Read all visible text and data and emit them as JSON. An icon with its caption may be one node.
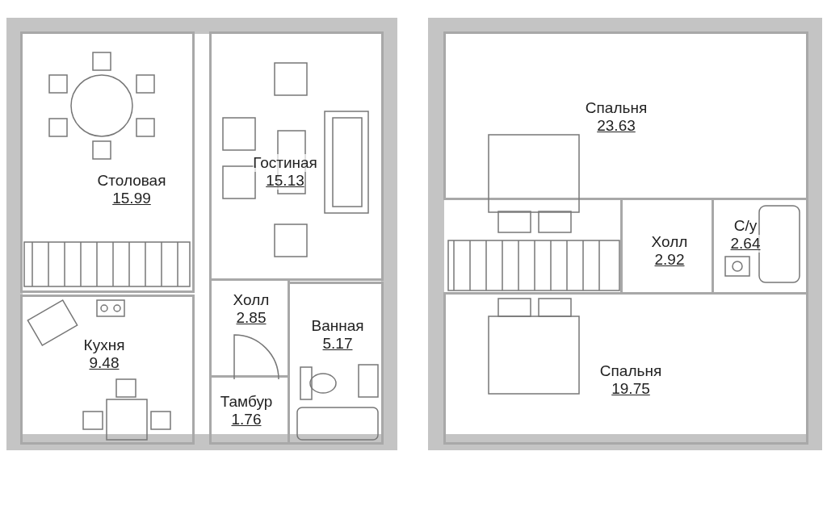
{
  "diagram": {
    "nodes": [
      {
        "text": [
          "Столовая",
          "15.99"
        ]
      },
      {
        "text": [
          "Гостиная",
          "15.13"
        ]
      },
      {
        "text": [
          "Кухня",
          "9.48"
        ]
      },
      {
        "text": [
          "Холл",
          "2.85"
        ]
      },
      {
        "text": [
          "Ванная",
          "5.17"
        ]
      },
      {
        "text": [
          "Тамбур",
          "1.76"
        ]
      },
      {
        "text": [
          "Спальня",
          "23.63"
        ]
      },
      {
        "text": [
          "Холл",
          "2.92"
        ]
      },
      {
        "text": [
          "С/у",
          "2.64"
        ]
      },
      {
        "text": [
          "Спальня",
          "19.75"
        ]
      }
    ]
  }
}
